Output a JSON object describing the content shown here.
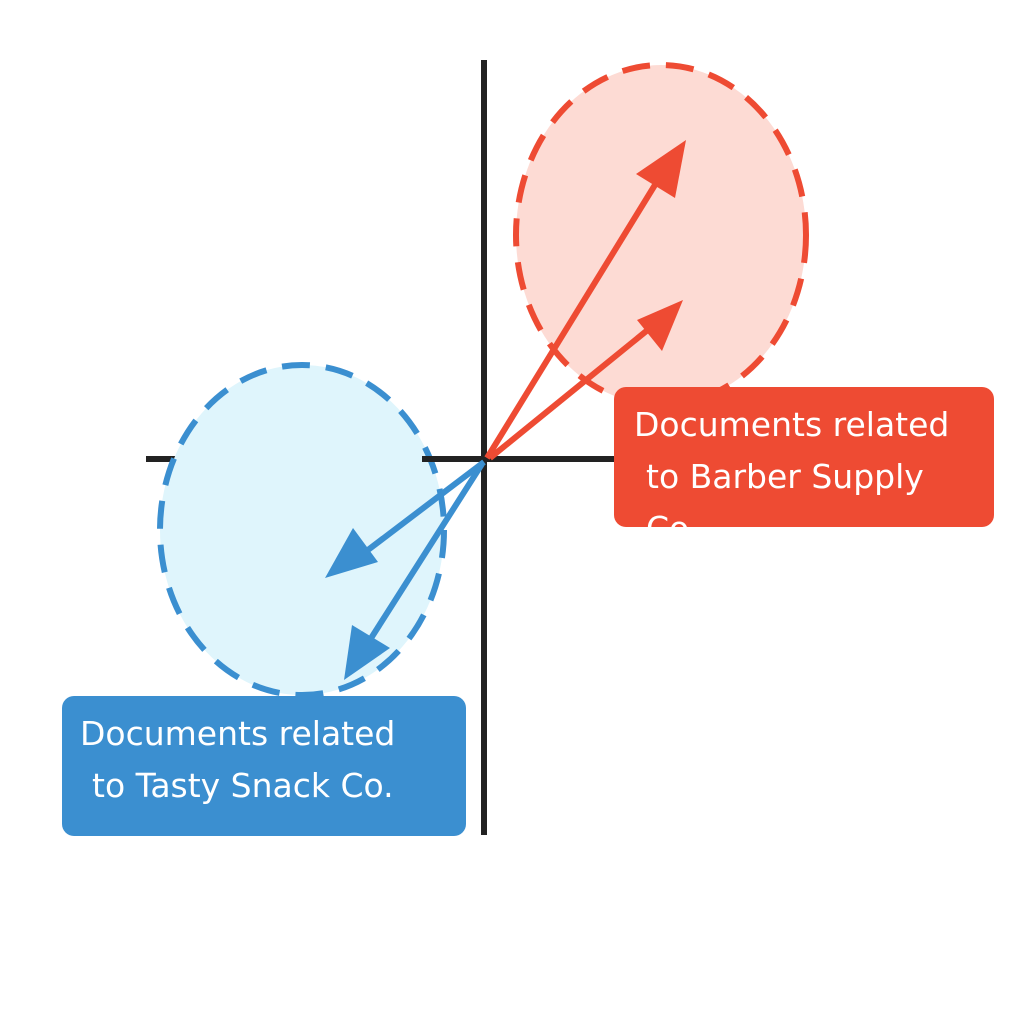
{
  "labels": {
    "red": {
      "line1": "Documents related",
      "line2": "to Barber Supply Co."
    },
    "blue": {
      "line1": "Documents related",
      "line2": "to Tasty Snack Co."
    }
  },
  "colors": {
    "red": "#ee4b33",
    "red_fill": "#fddbd4",
    "blue": "#3b8fd0",
    "blue_fill": "#dff5fc",
    "axis": "#222222",
    "text": "#ffffff"
  }
}
